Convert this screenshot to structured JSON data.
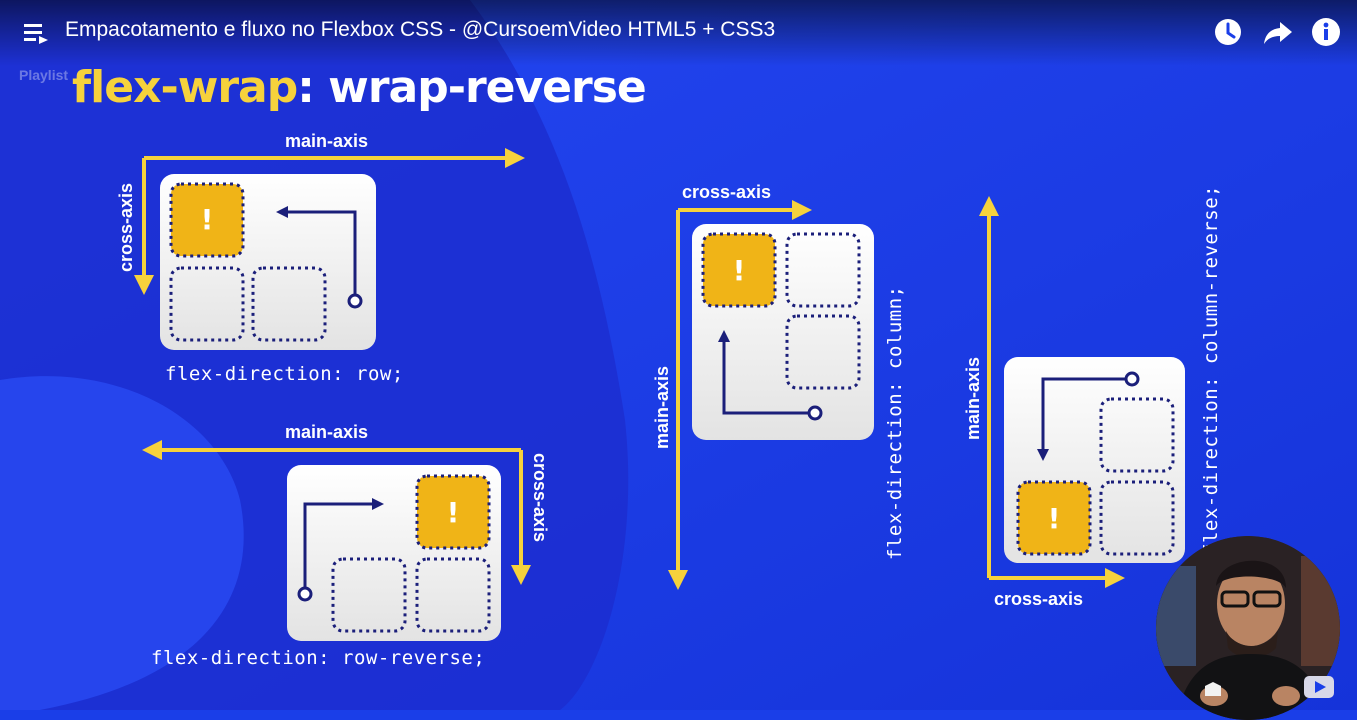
{
  "header": {
    "title": "Empacotamento e fluxo no Flexbox CSS - @CursoemVideo HTML5 + CSS3",
    "playlist_ghost": "Playlist",
    "icons": [
      "playlist-icon",
      "watch-later-icon",
      "share-icon",
      "info-icon"
    ]
  },
  "slide": {
    "heading_keyword": "flex-wrap",
    "heading_value": ": wrap-reverse",
    "exclamation": "!",
    "diagrams": [
      {
        "code": "flex-direction: row;",
        "main_label": "main-axis",
        "cross_label": "cross-axis"
      },
      {
        "code": "flex-direction: row-reverse;",
        "main_label": "main-axis",
        "cross_label": "cross-axis"
      },
      {
        "code": "flex-direction: column;",
        "main_label": "main-axis",
        "cross_label": "cross-axis"
      },
      {
        "code": "flex-direction: column-reverse;",
        "main_label": "main-axis",
        "cross_label": "cross-axis"
      }
    ]
  },
  "colors": {
    "background": "#1a3ee8",
    "accent_yellow": "#f6d23c",
    "item_orange": "#f0b417",
    "dots_navy": "#1b1f7a"
  }
}
